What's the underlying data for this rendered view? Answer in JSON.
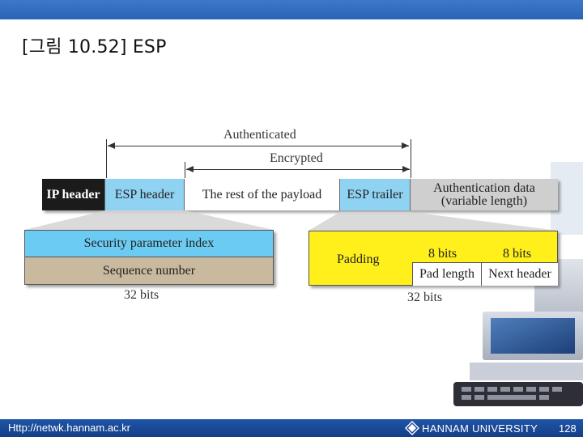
{
  "slide": {
    "title": "[그림 10.52] ESP"
  },
  "diagram": {
    "authenticated_label": "Authenticated",
    "encrypted_label": "Encrypted",
    "packet": {
      "ip_header": "IP header",
      "esp_header": "ESP header",
      "rest_payload": "The rest of the payload",
      "esp_trailer": "ESP trailer",
      "auth_data_line1": "Authentication data",
      "auth_data_line2": "(variable length)"
    },
    "esp_header_detail": {
      "spi": "Security parameter index",
      "sequence": "Sequence number",
      "width": "32 bits"
    },
    "esp_trailer_detail": {
      "padding": "Padding",
      "bits_a": "8 bits",
      "bits_b": "8 bits",
      "pad_length": "Pad length",
      "next_header": "Next header",
      "width": "32 bits"
    },
    "colors": {
      "esp_blue": "#8fd2f2",
      "spi_blue": "#6ccbf2",
      "sequence_tan": "#c9b99e",
      "trailer_yellow": "#ffef1a",
      "ip_black": "#1b1b1b"
    }
  },
  "footer": {
    "url": "Http://netwk.hannam.ac.kr",
    "university": "HANNAM UNIVERSITY",
    "page": "128",
    "logo_icon": "hannam-logo-icon"
  }
}
